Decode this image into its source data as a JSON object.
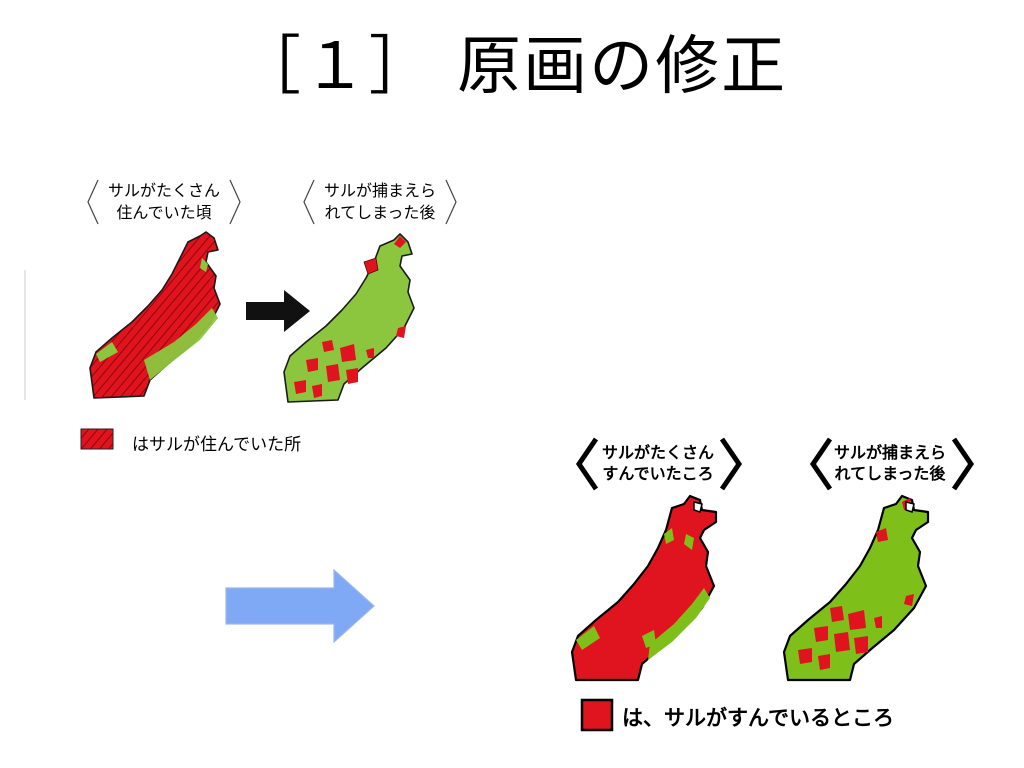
{
  "slide": {
    "title": "［１］ 原画の修正"
  },
  "original": {
    "before_caption_line1": "サルがたくさん",
    "before_caption_line2": "住んでいた頃",
    "after_caption_line1": "サルが捕まえら",
    "after_caption_line2": "れてしまった後",
    "legend_text": "はサルが住んでいた所"
  },
  "revised": {
    "before_caption_line1": "サルがたくさん",
    "before_caption_line2": "すんでいたころ",
    "after_caption_line1": "サルが捕まえら",
    "after_caption_line2": "れてしまった後",
    "legend_text": "は、サルがすんでいるところ"
  },
  "colors": {
    "monkey_red": "#e0141e",
    "forest_green": "#7fbf1a",
    "original_green": "#8cc63f",
    "arrow_blue": "#7fa9f5",
    "arrow_black": "#111111"
  }
}
